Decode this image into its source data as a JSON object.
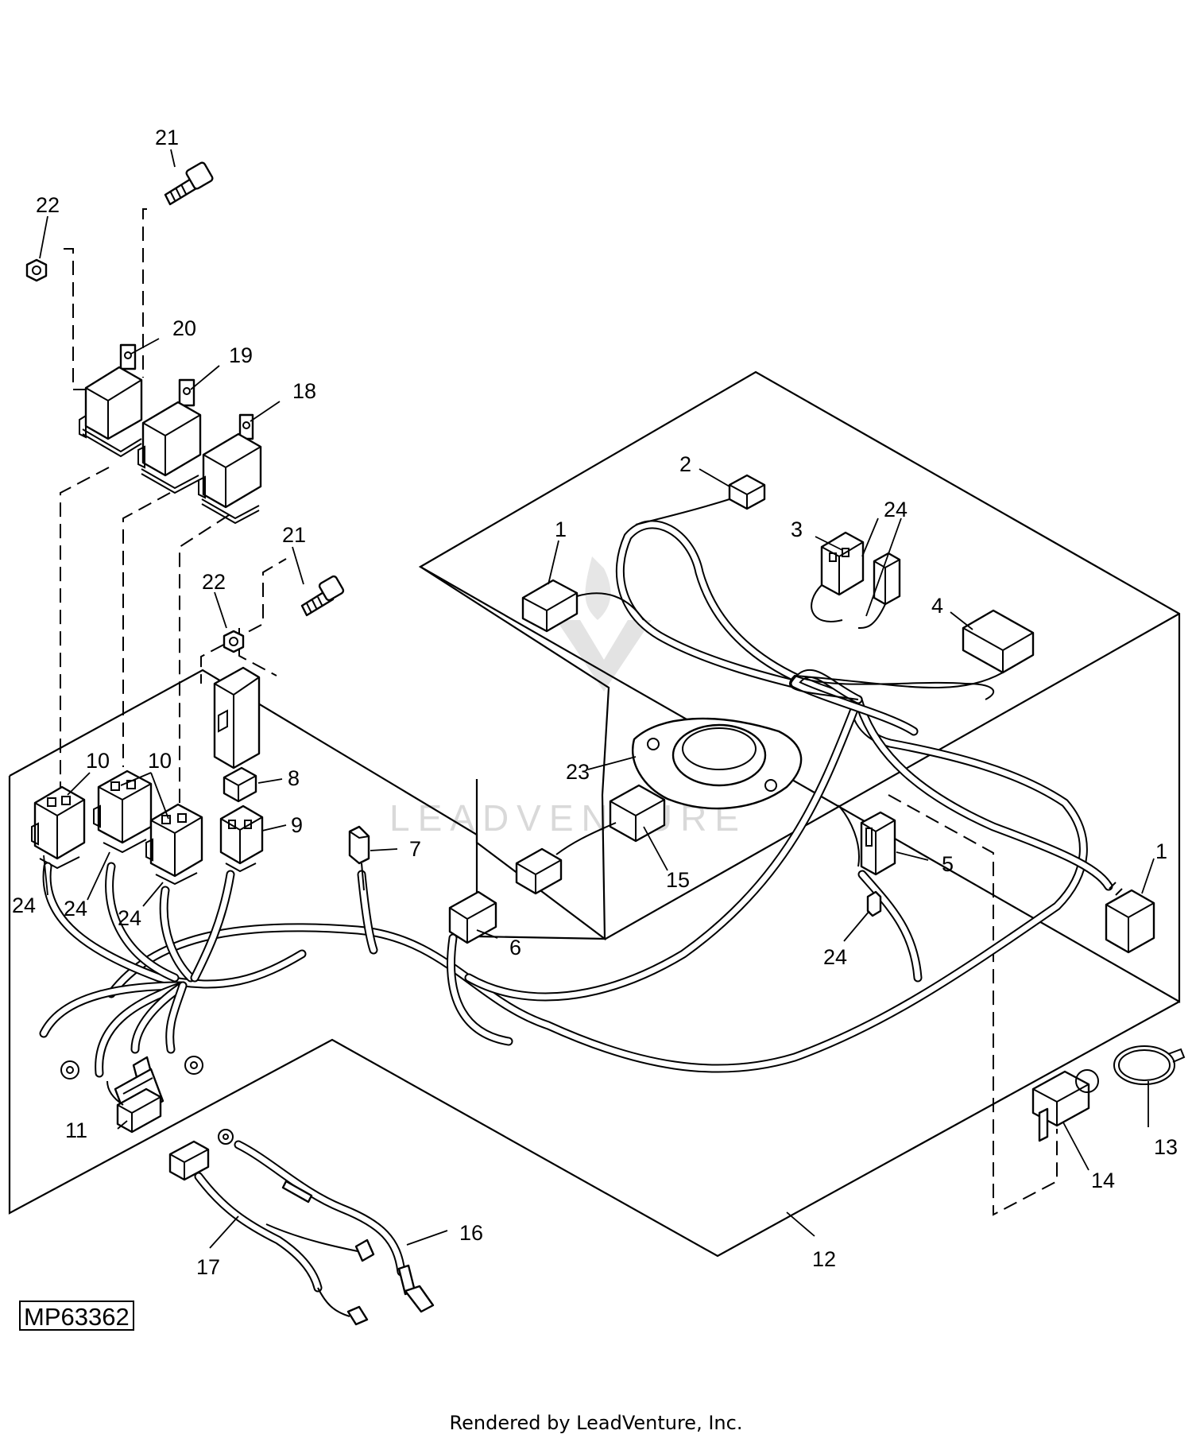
{
  "diagram": {
    "reference_id": "MP63362",
    "watermark": "LEADVENTURE",
    "footer": "Rendered by LeadVenture, Inc.",
    "callouts": [
      {
        "id": "c21a",
        "text": "21"
      },
      {
        "id": "c22a",
        "text": "22"
      },
      {
        "id": "c20",
        "text": "20"
      },
      {
        "id": "c19",
        "text": "19"
      },
      {
        "id": "c18",
        "text": "18"
      },
      {
        "id": "c21b",
        "text": "21"
      },
      {
        "id": "c22b",
        "text": "22"
      },
      {
        "id": "c2",
        "text": "2"
      },
      {
        "id": "c24a",
        "text": "24"
      },
      {
        "id": "c3",
        "text": "3"
      },
      {
        "id": "c1a",
        "text": "1"
      },
      {
        "id": "c4",
        "text": "4"
      },
      {
        "id": "c10a",
        "text": "10"
      },
      {
        "id": "c10b",
        "text": "10"
      },
      {
        "id": "c8",
        "text": "8"
      },
      {
        "id": "c9",
        "text": "9"
      },
      {
        "id": "c23",
        "text": "23"
      },
      {
        "id": "c7",
        "text": "7"
      },
      {
        "id": "c15",
        "text": "15"
      },
      {
        "id": "c5",
        "text": "5"
      },
      {
        "id": "c1b",
        "text": "1"
      },
      {
        "id": "c24b",
        "text": "24"
      },
      {
        "id": "c24c",
        "text": "24"
      },
      {
        "id": "c24d",
        "text": "24"
      },
      {
        "id": "c6",
        "text": "6"
      },
      {
        "id": "c24e",
        "text": "24"
      },
      {
        "id": "c11",
        "text": "11"
      },
      {
        "id": "c13",
        "text": "13"
      },
      {
        "id": "c14",
        "text": "14"
      },
      {
        "id": "c16",
        "text": "16"
      },
      {
        "id": "c17",
        "text": "17"
      },
      {
        "id": "c12",
        "text": "12"
      }
    ]
  }
}
